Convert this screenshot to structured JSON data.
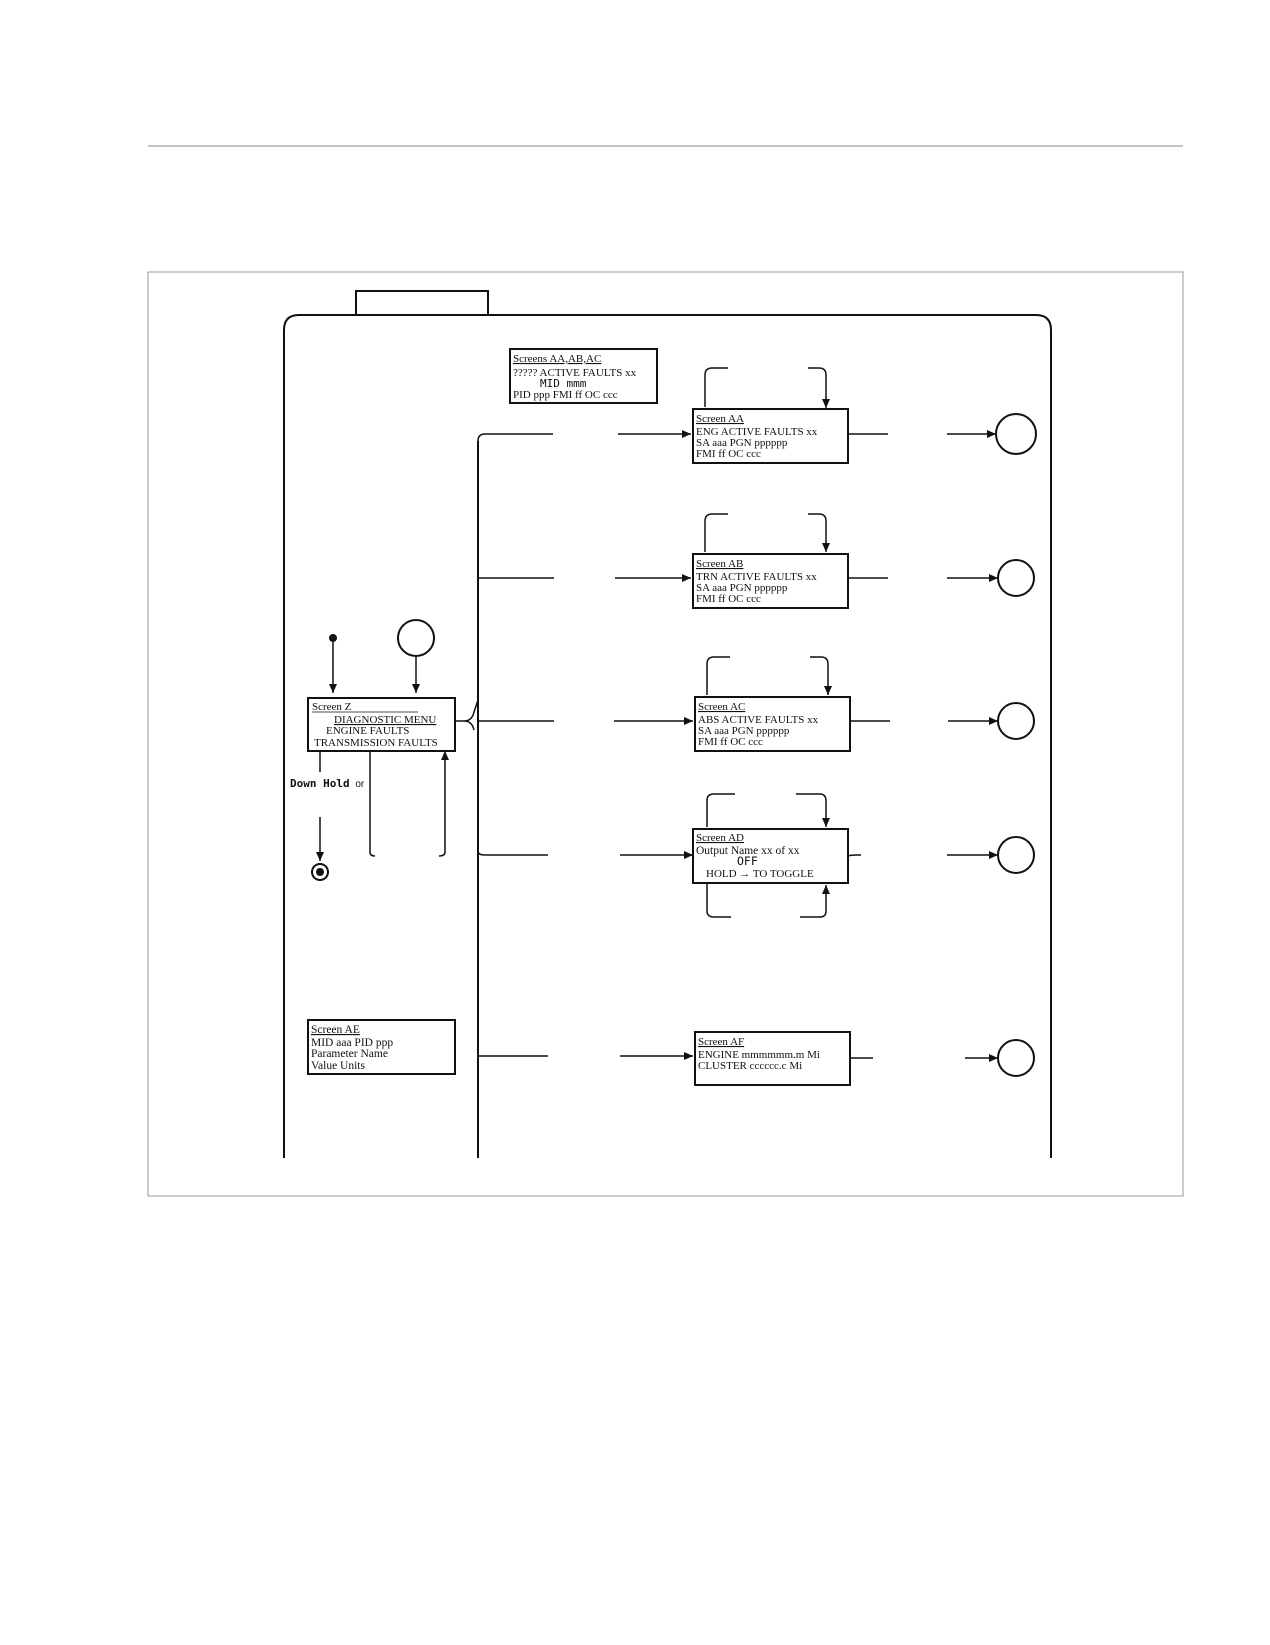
{
  "screens": {
    "legend": {
      "title": "Screens AA,AB,AC",
      "lines": [
        "????? ACTIVE FAULTS xx",
        "MID mmm",
        "PID ppp FMI ff OC ccc"
      ]
    },
    "z": {
      "title": "Screen Z",
      "lines": [
        "DIAGNOSTIC MENU",
        "ENGINE FAULTS",
        "TRANSMISSION FAULTS"
      ]
    },
    "aa": {
      "title": "Screen AA",
      "lines": [
        "ENG ACTIVE FAULTS xx",
        "SA aaa  PGN pppppp",
        "FMI ff  OC ccc"
      ]
    },
    "ab": {
      "title": "Screen AB",
      "lines": [
        "TRN ACTIVE FAULTS  xx",
        "SA aaa  PGN pppppp",
        "FMI ff  OC ccc"
      ]
    },
    "ac": {
      "title": "Screen AC",
      "lines": [
        "ABS ACTIVE FAULTS   xx",
        "SA aaa  PGN pppppp",
        "FMI ff  OC ccc"
      ]
    },
    "ad": {
      "title": "Screen AD",
      "lines": [
        "Output Name  xx of xx",
        "OFF",
        "HOLD → TO TOGGLE"
      ]
    },
    "ae": {
      "title": "Screen AE",
      "lines": [
        "MID aaa  PID ppp",
        "Parameter Name",
        "Value  Units"
      ]
    },
    "af": {
      "title": "Screen AF",
      "lines": [
        "ENGINE  mmmmmm.m Mi",
        "CLUSTER cccccc.c Mi"
      ]
    }
  },
  "labels": {
    "down_hold": "Down Hold",
    "down_hold_suffix": "or"
  }
}
